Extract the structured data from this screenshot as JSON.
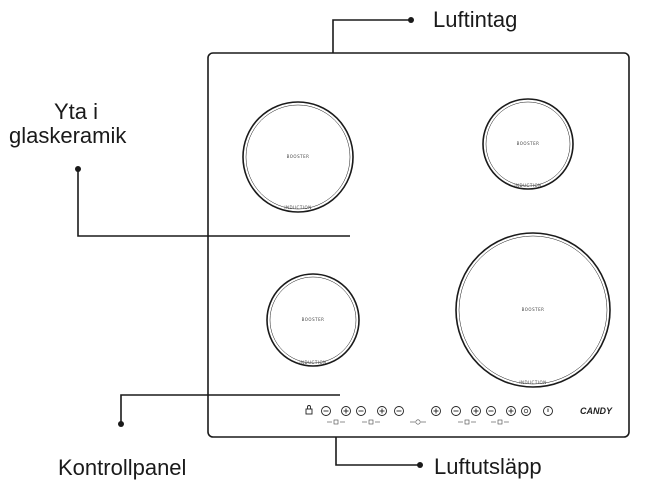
{
  "labels": {
    "air_intake": "Luftintag",
    "glass_surface_line1": "Yta i",
    "glass_surface_line2": "glaskeramik",
    "control_panel": "Kontrollpanel",
    "air_outlet": "Luftutsläpp"
  },
  "hob": {
    "brand": "CANDY",
    "zone_marker": "INDUCTION",
    "zone_inner_text": "BOOSTER",
    "zones": [
      "top-left",
      "top-right",
      "bottom-left",
      "bottom-right"
    ]
  },
  "control_icons": [
    "lock-icon",
    "minus-icon",
    "plus-icon",
    "minus-icon",
    "plus-icon",
    "minus-icon",
    "plus-icon",
    "minus-icon",
    "plus-icon",
    "minus-icon",
    "plus-icon",
    "booster-icon",
    "power-icon"
  ],
  "colors": {
    "line": "#1a1a1a",
    "background": "#ffffff"
  }
}
